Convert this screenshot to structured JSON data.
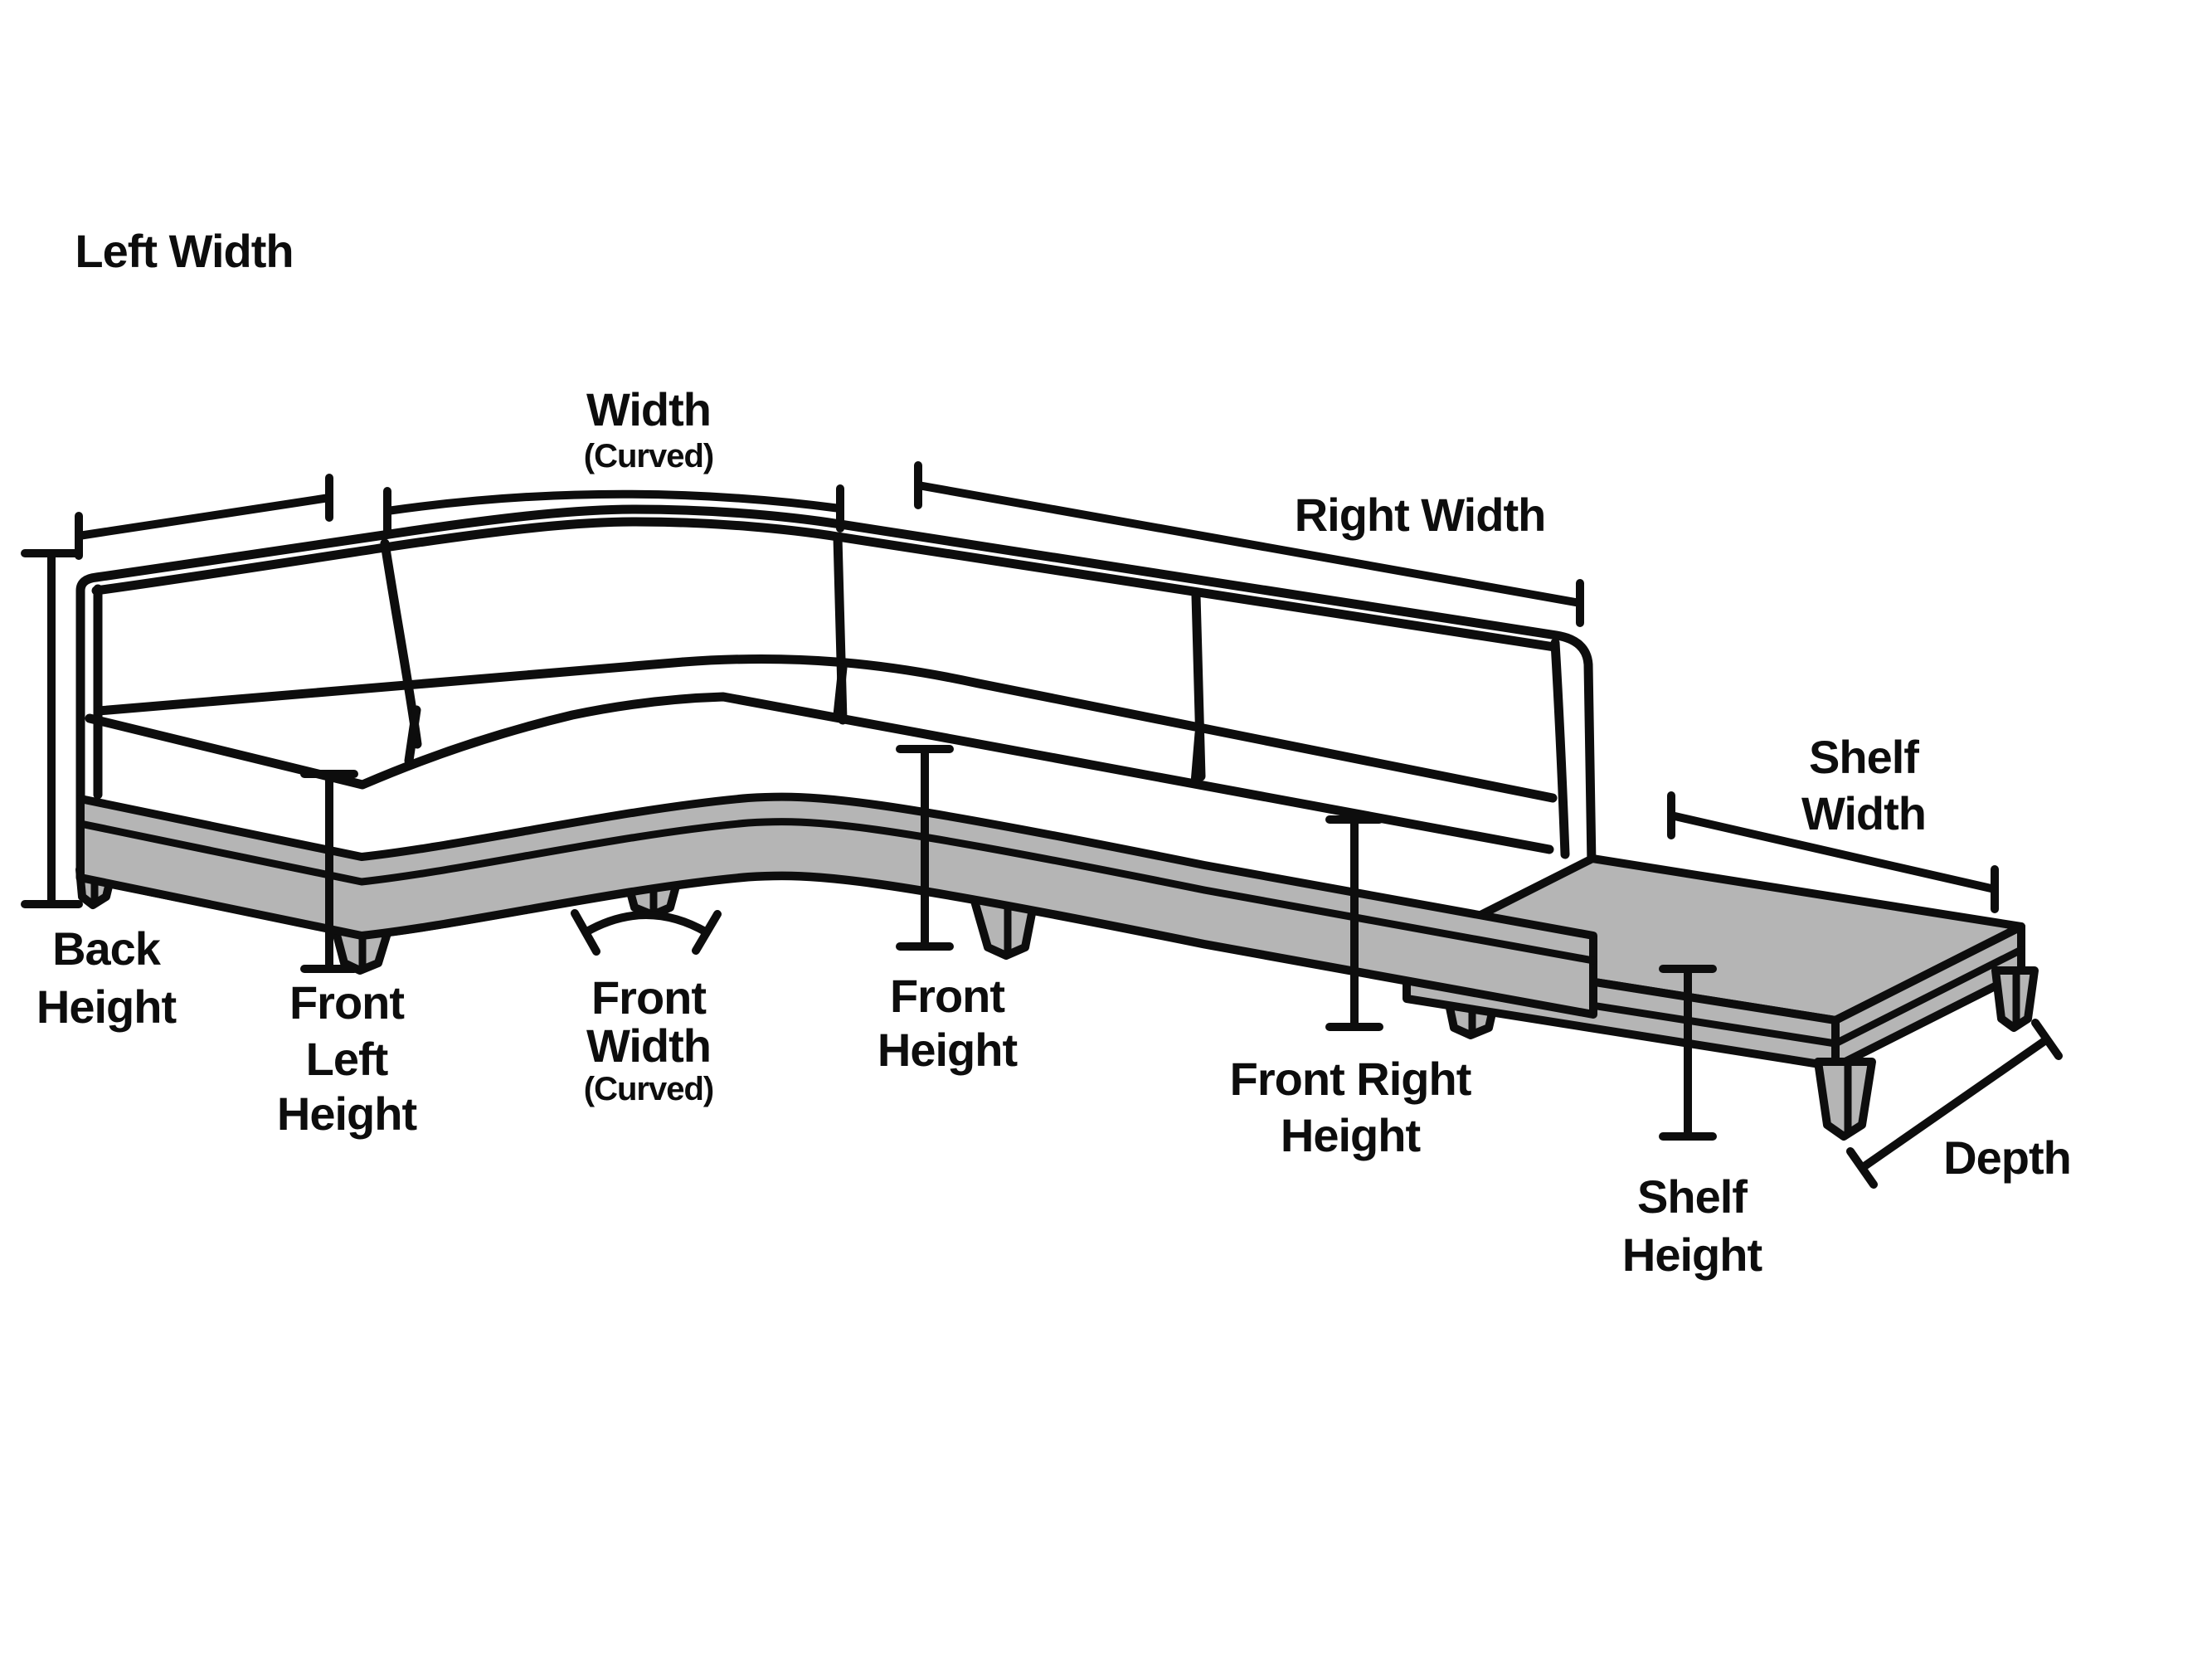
{
  "diagram": {
    "type": "sofa-dimension-guide",
    "colors": {
      "line": "#0d0d0d",
      "base_gray": "#b5b5b5",
      "background": "#ffffff"
    },
    "labels": {
      "left_width": "Left Width",
      "width_curved": {
        "line1": "Width",
        "line2": "(Curved)"
      },
      "right_width": "Right Width",
      "shelf_width": {
        "line1": "Shelf",
        "line2": "Width"
      },
      "back_height": {
        "line1": "Back",
        "line2": "Height"
      },
      "front_left_height": {
        "line1": "Front",
        "line2": "Left",
        "line3": "Height"
      },
      "front_width_curved": {
        "line1": "Front",
        "line2": "Width",
        "line3": "(Curved)"
      },
      "front_height": {
        "line1": "Front",
        "line2": "Height"
      },
      "front_right_height": {
        "line1": "Front Right",
        "line2": "Height"
      },
      "shelf_height": {
        "line1": "Shelf",
        "line2": "Height"
      },
      "depth": "Depth"
    }
  }
}
